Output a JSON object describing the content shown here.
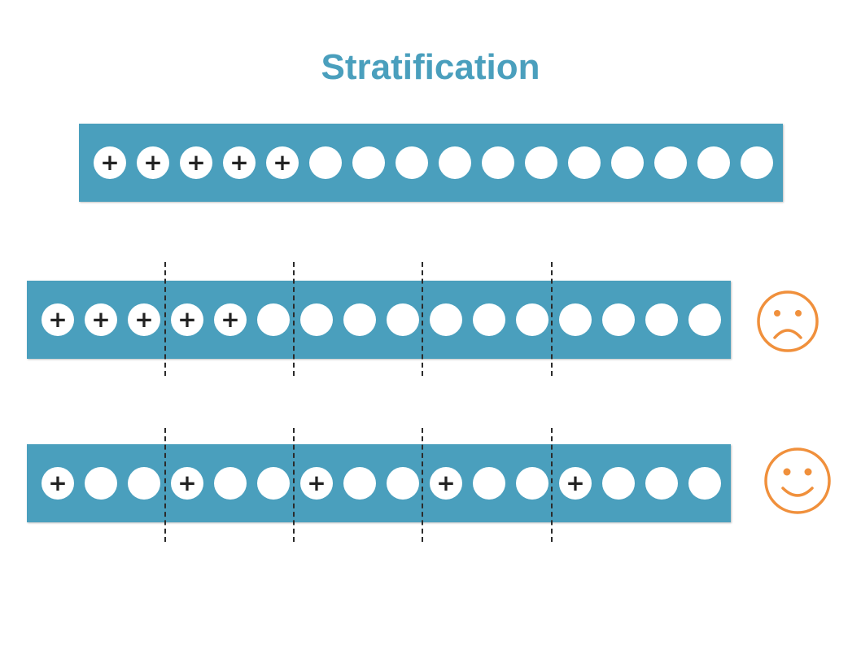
{
  "title": "Stratification",
  "colors": {
    "title": "#4a9fbd",
    "strip": "#4a9fbd",
    "circle": "#ffffff",
    "face": "#f0903c"
  },
  "rows": [
    {
      "name": "unsplit-population",
      "circles": [
        "+",
        "+",
        "+",
        "+",
        "+",
        "",
        "",
        "",
        "",
        "",
        "",
        "",
        "",
        "",
        "",
        ""
      ],
      "has_dividers": false,
      "face": null
    },
    {
      "name": "unstratified-split",
      "circles": [
        "+",
        "+",
        "+",
        "+",
        "+",
        "",
        "",
        "",
        "",
        "",
        "",
        "",
        "",
        "",
        "",
        ""
      ],
      "has_dividers": true,
      "face": "sad-face-icon"
    },
    {
      "name": "stratified-split",
      "circles": [
        "+",
        "",
        "",
        "+",
        "",
        "",
        "+",
        "",
        "",
        "+",
        "",
        "",
        "+",
        "",
        "",
        ""
      ],
      "has_dividers": true,
      "face": "happy-face-icon"
    }
  ],
  "divider_after_circle": [
    3,
    6,
    9,
    12
  ]
}
